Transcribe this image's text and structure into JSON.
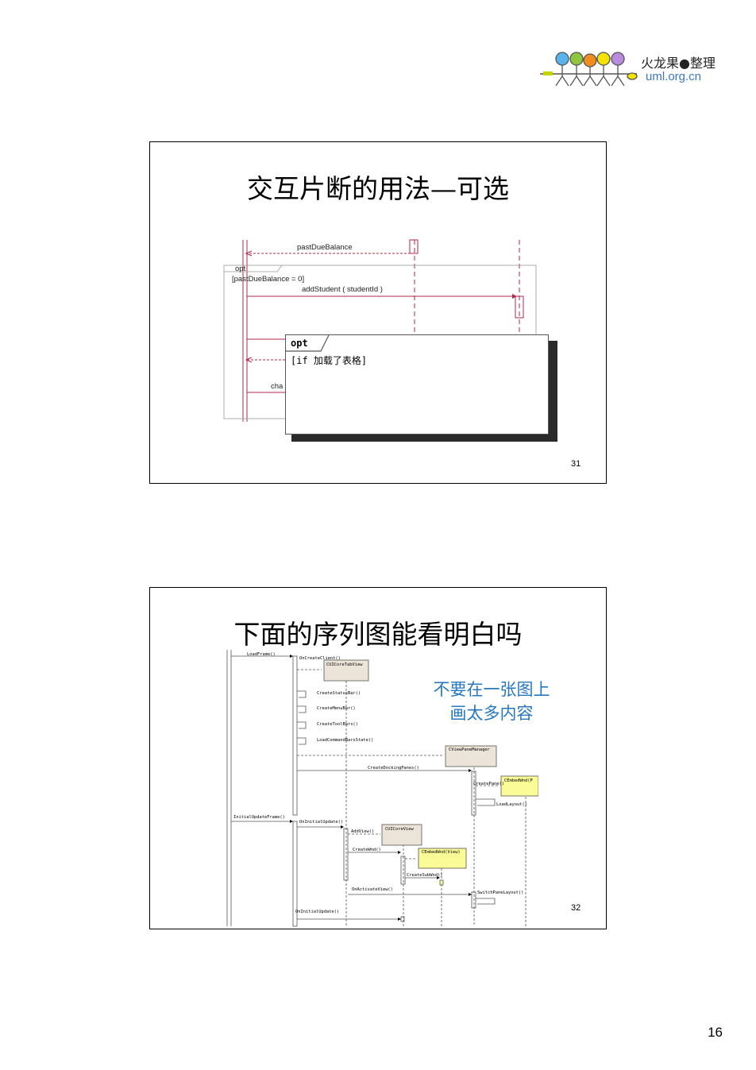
{
  "header": {
    "logo_line1": "火龙果●整理",
    "logo_line2": "uml.org.cn"
  },
  "slide1": {
    "title": "交互片断的用法—可选",
    "diagram": {
      "message_top": "pastDueBalance",
      "fragment_label": "opt",
      "guard": "[pastDueBalance = 0]",
      "message_add": "addStudent ( studentId )",
      "partial_text": "cha"
    },
    "popup": {
      "operator": "opt",
      "guard": "[if 加载了表格]"
    },
    "number": "31"
  },
  "slide2": {
    "title": "下面的序列图能看明白吗",
    "note_line1": "不要在一张图上",
    "note_line2": "画太多内容",
    "messages": {
      "m1": "LoadFrame()",
      "m2": "OnCreateClient()",
      "m3": "CreateStatusBar()",
      "m4": "CreateMenuBar()",
      "m5": "CreateToolBars()",
      "m6": "LoadCommandBarsState()",
      "m7": "CreateDockingPanes()",
      "m8": "CreatePane()",
      "m9": "LoadLayout()",
      "m10": "InitialUpdateFrame()",
      "m11": "OnInitialUpdate()",
      "m12": "AddView()",
      "m13": "CreateWnd()",
      "m14": "CreateSubWnd()",
      "m15": "OnActivateView()",
      "m16": "SwitchPaneLayout()",
      "m17": "OnInitialUpdate()"
    },
    "objects": {
      "o1": "CUICoreTabView",
      "o2": "CViewPaneManager",
      "o3": "CEmbedWnd(P",
      "o4": "CUICoreView",
      "o5": "CEmbedWnd(View)"
    },
    "number": "32"
  },
  "page_number": "16",
  "colors": {
    "uml_line": "#b0284a",
    "note_blue": "#2878c0",
    "object_beige": "#ece4d8",
    "object_yellow": "#fbfb98"
  }
}
